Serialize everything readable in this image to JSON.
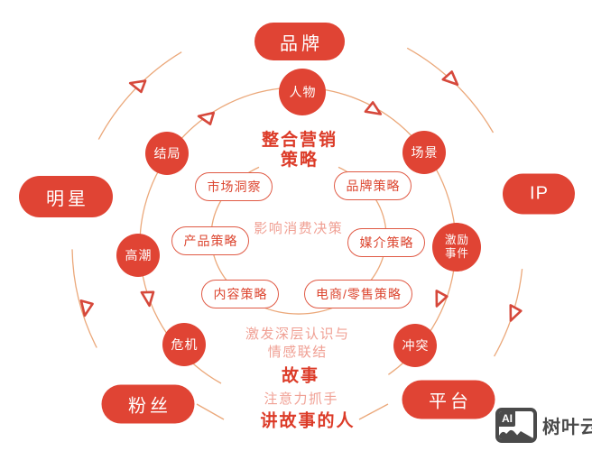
{
  "colors": {
    "primary_red": "#E04434",
    "deep_red": "#DC3B28",
    "light_red": "#F0A094",
    "outline_red": "#E05A45",
    "arc_orange": "#EBA87A",
    "watermark_gray": "#4A4A4A"
  },
  "outer_ring": {
    "brand": "品牌",
    "ip": "IP",
    "star": "明星",
    "fans": "粉丝",
    "platform": "平台"
  },
  "story_ring": {
    "character": "人物",
    "scene": "场景",
    "incentive_line1": "激励",
    "incentive_line2": "事件",
    "conflict": "冲突",
    "crisis": "危机",
    "climax": "高潮",
    "ending": "结局"
  },
  "strategy_pills": {
    "market_insight": "市场洞察",
    "brand_strategy": "品牌策略",
    "product_strategy": "产品策略",
    "media_strategy": "媒介策略",
    "content_strategy": "内容策略",
    "ecommerce_retail_strategy": "电商/零售策略"
  },
  "center": {
    "title_line1": "整合营销",
    "title_line2": "策略",
    "influence": "影响消费决策",
    "deep_line1": "激发深层认识与",
    "deep_line2": "情感联结",
    "story": "故事",
    "attention": "注意力抓手",
    "storyteller": "讲故事的人"
  },
  "watermark": {
    "icon_label": "AI",
    "brand": "树叶云"
  }
}
